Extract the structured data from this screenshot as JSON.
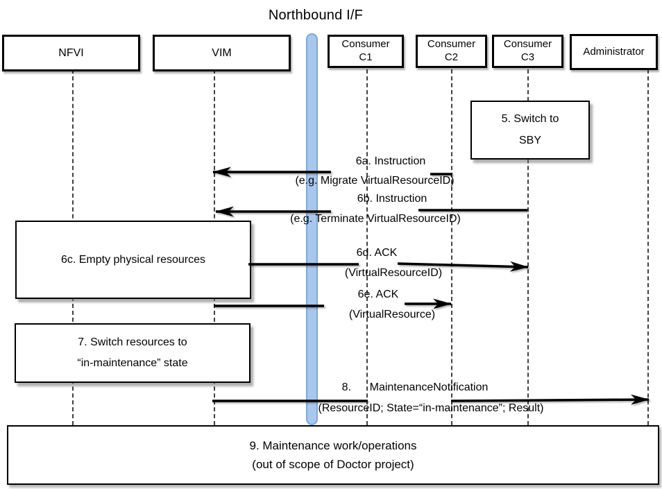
{
  "title": "Northbound I/F",
  "actors": [
    {
      "label": "NFVI"
    },
    {
      "label": "VIM"
    },
    {
      "label": "Consumer\nC1"
    },
    {
      "label": "Consumer\nC2"
    },
    {
      "label": "Consumer\nC3"
    },
    {
      "label": "Administrator"
    }
  ],
  "northbound_bar": {
    "fill": "#a9c7ec",
    "border": "#7fa7d8"
  },
  "line_color": "#000000",
  "notes": {
    "n5": "5. Switch to\nSBY",
    "n6c": "6c. Empty physical resources",
    "n7": "7. Switch resources to\n“in-maintenance” state",
    "n9": "9. Maintenance work/operations\n(out of scope of Doctor project)"
  },
  "messages": {
    "m6a": {
      "label": "6a. Instruction",
      "param": "(e.g. Migrate VirtualResourceID)"
    },
    "m6b": {
      "label": "6b. Instruction",
      "param": "(e.g. Terminate VirtualResourceID)"
    },
    "m6d": {
      "label": "6d. ACK",
      "param": "(VirtualResourceID)"
    },
    "m6e": {
      "label": "6e. ACK",
      "param": "(VirtualResource)"
    },
    "m8": {
      "label": "8.      MaintenanceNotification",
      "param": "(ResourceID; State=“in-maintenance”; Result)"
    }
  }
}
